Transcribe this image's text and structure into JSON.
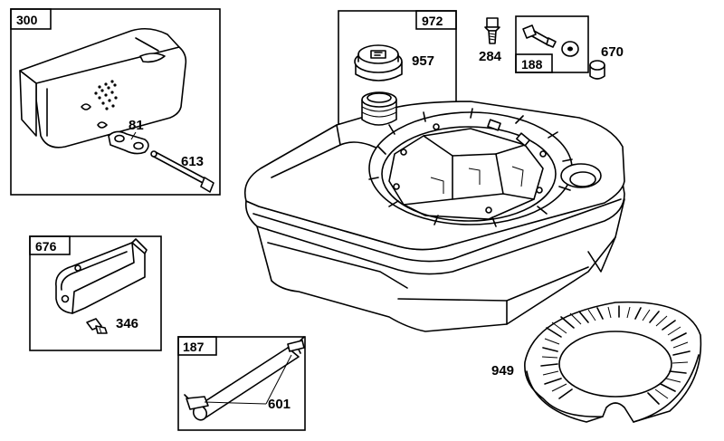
{
  "diagram": {
    "boxes": {
      "muffler": "300",
      "fuel_cap_kit": "972",
      "screw_kit": "188",
      "guard": "676",
      "fuel_line_kit": "187"
    },
    "callouts": {
      "gasket": "81",
      "cap": "957",
      "screw_284": "284",
      "spacer": "670",
      "muffler_bolt": "613",
      "guard_screw": "346",
      "fuel_line": "601",
      "screen": "949"
    }
  }
}
